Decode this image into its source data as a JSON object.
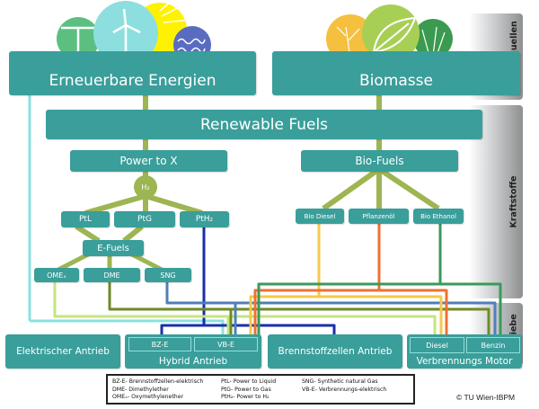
{
  "sections": {
    "energy_sources": "Energiequellen",
    "fuels": "Kraftstoffe",
    "drives": "Antriebe"
  },
  "sources": {
    "renewable": {
      "label": "Erneuerbare Energien",
      "icons": [
        "geothermal-icon",
        "wind-turbine-icon",
        "sun-icon",
        "water-wave-icon"
      ]
    },
    "biomass": {
      "label": "Biomasse",
      "icons": [
        "plant-flower-icon",
        "leaf-icon",
        "wheat-icon"
      ]
    }
  },
  "renewable_fuels": "Renewable Fuels",
  "power_to_x": {
    "label": "Power to X",
    "hub": "H₂",
    "children": [
      "PtL",
      "PtG",
      "PtH₂"
    ],
    "efuels": {
      "label": "E-Fuels",
      "children": [
        "OMEₓ",
        "DME",
        "SNG"
      ]
    }
  },
  "bio_fuels": {
    "label": "Bio-Fuels",
    "children": [
      "Bio Diesel",
      "Pflanzenöl",
      "Bio Ethanol"
    ]
  },
  "drives": {
    "electric": "Elektrischer Antrieb",
    "hybrid": {
      "label": "Hybrid Antrieb",
      "sub": [
        "BZ-E",
        "VB-E"
      ]
    },
    "fuel_cell": "Brennstoffzellen Antrieb",
    "combustion": {
      "label": "Verbrennungs Motor",
      "sub": [
        "Diesel",
        "Benzin"
      ]
    }
  },
  "legend": {
    "col1": [
      "BZ-E- Brennstoffzellen-elektrisch",
      "DME- Dimethylether",
      "OMEₓ- Oxymethylenether"
    ],
    "col2": [
      "PtL- Power to Liquid",
      "PtG- Power to Gas",
      "PtH₂- Power to H₂"
    ],
    "col3": [
      "SNG- Synthetic natural Gas",
      "VB-E- Verbrennungs-elektrisch"
    ]
  },
  "copyright": "© TU Wien-IBPM",
  "colors": {
    "box": "#3a9e9a",
    "trunk": "#9db552",
    "electric": "#8ee0e0",
    "pth2": "#1a2fa8",
    "ome": "#c3e67f",
    "dme": "#6f8a27",
    "sng": "#4f7fb8",
    "biodiesel": "#f5c94a",
    "pflanzenoel": "#f07030",
    "bioethanol": "#3a9a5a"
  }
}
